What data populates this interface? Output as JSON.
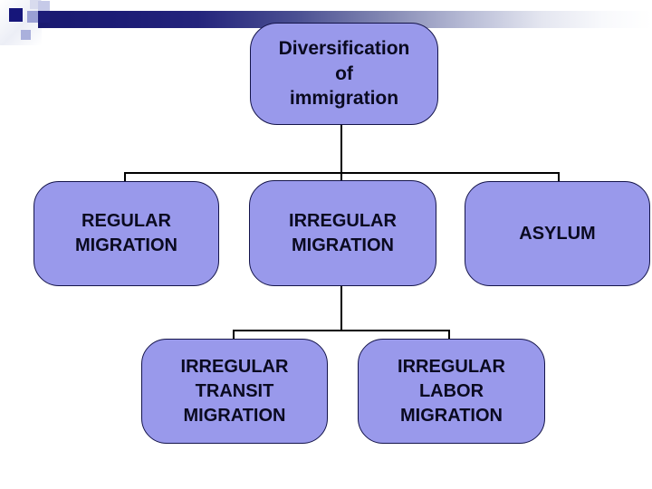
{
  "slide": {
    "background_color": "#ffffff",
    "header_decoration": {
      "gradient_bar_start_color": "#191970",
      "gradient_bar_end_color": "#ffffff",
      "square_colors": {
        "dark_navy": "#16167a",
        "pale_gray": "#d8dbee",
        "light_periwinkle": "#c6cae8",
        "medium_periwinkle": "#9aa0d4",
        "small_lavender": "#aab0dc"
      }
    }
  },
  "diagram": {
    "type": "org-chart-hierarchy",
    "node_fill_color": "#9999eb",
    "node_border_color": "#14144a",
    "node_text_color": "#0a0a20",
    "connector_color": "#000000",
    "root": {
      "label": "Diversification\nof\nimmigration"
    },
    "level1": [
      {
        "label": "REGULAR\nMIGRATION"
      },
      {
        "label": "IRREGULAR\nMIGRATION"
      },
      {
        "label": "ASYLUM"
      }
    ],
    "level2": [
      {
        "label": "IRREGULAR\nTRANSIT\nMIGRATION"
      },
      {
        "label": "IRREGULAR\nLABOR\nMIGRATION"
      }
    ],
    "edges": [
      {
        "from": "Diversification of immigration",
        "to": "REGULAR MIGRATION"
      },
      {
        "from": "Diversification of immigration",
        "to": "IRREGULAR MIGRATION"
      },
      {
        "from": "Diversification of immigration",
        "to": "ASYLUM"
      },
      {
        "from": "IRREGULAR MIGRATION",
        "to": "IRREGULAR TRANSIT MIGRATION"
      },
      {
        "from": "IRREGULAR MIGRATION",
        "to": "IRREGULAR LABOR MIGRATION"
      }
    ]
  }
}
